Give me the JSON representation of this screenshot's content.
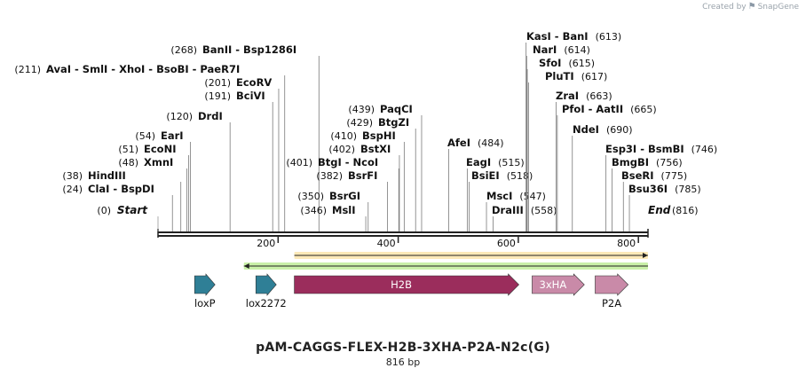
{
  "watermark": {
    "prefix": "Created by",
    "logo_icon": "snapgene-logo-icon",
    "brand": "SnapGene"
  },
  "title": "pAM-CAGGS-FLEX-H2B-3XHA-P2A-N2c(G)",
  "subtitle": "816 bp",
  "map": {
    "length": 816,
    "axis_start": 0,
    "axis_ticks": [
      200,
      400,
      600,
      800
    ],
    "start_label": "Start",
    "end_label": "End",
    "start_pos": "(0)",
    "end_pos": "(816)",
    "sites": [
      {
        "name": "ClaI  -  BspDI",
        "pos": 24,
        "pos_label": "(24)"
      },
      {
        "name": "HindIII",
        "pos": 38,
        "pos_label": "(38)"
      },
      {
        "name": "XmnI",
        "pos": 48,
        "pos_label": "(48)"
      },
      {
        "name": "EcoNI",
        "pos": 51,
        "pos_label": "(51)"
      },
      {
        "name": "EarI",
        "pos": 54,
        "pos_label": "(54)"
      },
      {
        "name": "DrdI",
        "pos": 120,
        "pos_label": "(120)"
      },
      {
        "name": "BciVI",
        "pos": 191,
        "pos_label": "(191)"
      },
      {
        "name": "EcoRV",
        "pos": 201,
        "pos_label": "(201)"
      },
      {
        "name": "AvaI  -  SmlI  -  XhoI  -  BsoBI  -  PaeR7I",
        "pos": 211,
        "pos_label": "(211)"
      },
      {
        "name": "BanII  -  Bsp1286I",
        "pos": 268,
        "pos_label": "(268)"
      },
      {
        "name": "MslI",
        "pos": 346,
        "pos_label": "(346)"
      },
      {
        "name": "BsrGI",
        "pos": 350,
        "pos_label": "(350)"
      },
      {
        "name": "BsrFI",
        "pos": 382,
        "pos_label": "(382)"
      },
      {
        "name": "BtgI  -  NcoI",
        "pos": 401,
        "pos_label": "(401)"
      },
      {
        "name": "BstXI",
        "pos": 402,
        "pos_label": "(402)"
      },
      {
        "name": "BspHI",
        "pos": 410,
        "pos_label": "(410)"
      },
      {
        "name": "BtgZI",
        "pos": 429,
        "pos_label": "(429)"
      },
      {
        "name": "PaqCI",
        "pos": 439,
        "pos_label": "(439)"
      },
      {
        "name": "AfeI",
        "pos": 484,
        "pos_label": "(484)"
      },
      {
        "name": "EagI",
        "pos": 515,
        "pos_label": "(515)"
      },
      {
        "name": "BsiEI",
        "pos": 518,
        "pos_label": "(518)"
      },
      {
        "name": "MscI",
        "pos": 547,
        "pos_label": "(547)"
      },
      {
        "name": "DraIII",
        "pos": 558,
        "pos_label": "(558)"
      },
      {
        "name": "KasI  -  BanI",
        "pos": 613,
        "pos_label": "(613)"
      },
      {
        "name": "NarI",
        "pos": 614,
        "pos_label": "(614)"
      },
      {
        "name": "SfoI",
        "pos": 615,
        "pos_label": "(615)"
      },
      {
        "name": "PluTI",
        "pos": 617,
        "pos_label": "(617)"
      },
      {
        "name": "ZraI",
        "pos": 663,
        "pos_label": "(663)"
      },
      {
        "name": "PfoI  -  AatII",
        "pos": 665,
        "pos_label": "(665)"
      },
      {
        "name": "NdeI",
        "pos": 690,
        "pos_label": "(690)"
      },
      {
        "name": "Esp3I  -  BsmBI",
        "pos": 746,
        "pos_label": "(746)"
      },
      {
        "name": "BmgBI",
        "pos": 756,
        "pos_label": "(756)"
      },
      {
        "name": "BseRI",
        "pos": 775,
        "pos_label": "(775)"
      },
      {
        "name": "Bsu36I",
        "pos": 785,
        "pos_label": "(785)"
      }
    ],
    "primers": [
      {
        "start": 227,
        "end": 816,
        "direction": "forward",
        "color": "#f5a623",
        "fill": "#fde9b8"
      },
      {
        "start": 143,
        "end": 816,
        "direction": "reverse",
        "color": "#2e9d2e",
        "fill": "#c9f0a8"
      }
    ],
    "features": [
      {
        "name": "loxP",
        "start": 61,
        "end": 95,
        "direction": "forward",
        "color": "#2f7f96",
        "label_inside": false
      },
      {
        "name": "lox2272",
        "start": 163,
        "end": 197,
        "direction": "forward",
        "color": "#2f7f96",
        "label_inside": false
      },
      {
        "name": "H2B",
        "start": 227,
        "end": 601,
        "direction": "forward",
        "color": "#9b2d5c",
        "label_inside": true
      },
      {
        "name": "3xHA",
        "start": 623,
        "end": 710,
        "direction": "forward",
        "color": "#c98aa8",
        "label_inside": true
      },
      {
        "name": "P2A",
        "start": 728,
        "end": 783,
        "direction": "forward",
        "color": "#c98aa8",
        "label_inside": false
      }
    ]
  }
}
